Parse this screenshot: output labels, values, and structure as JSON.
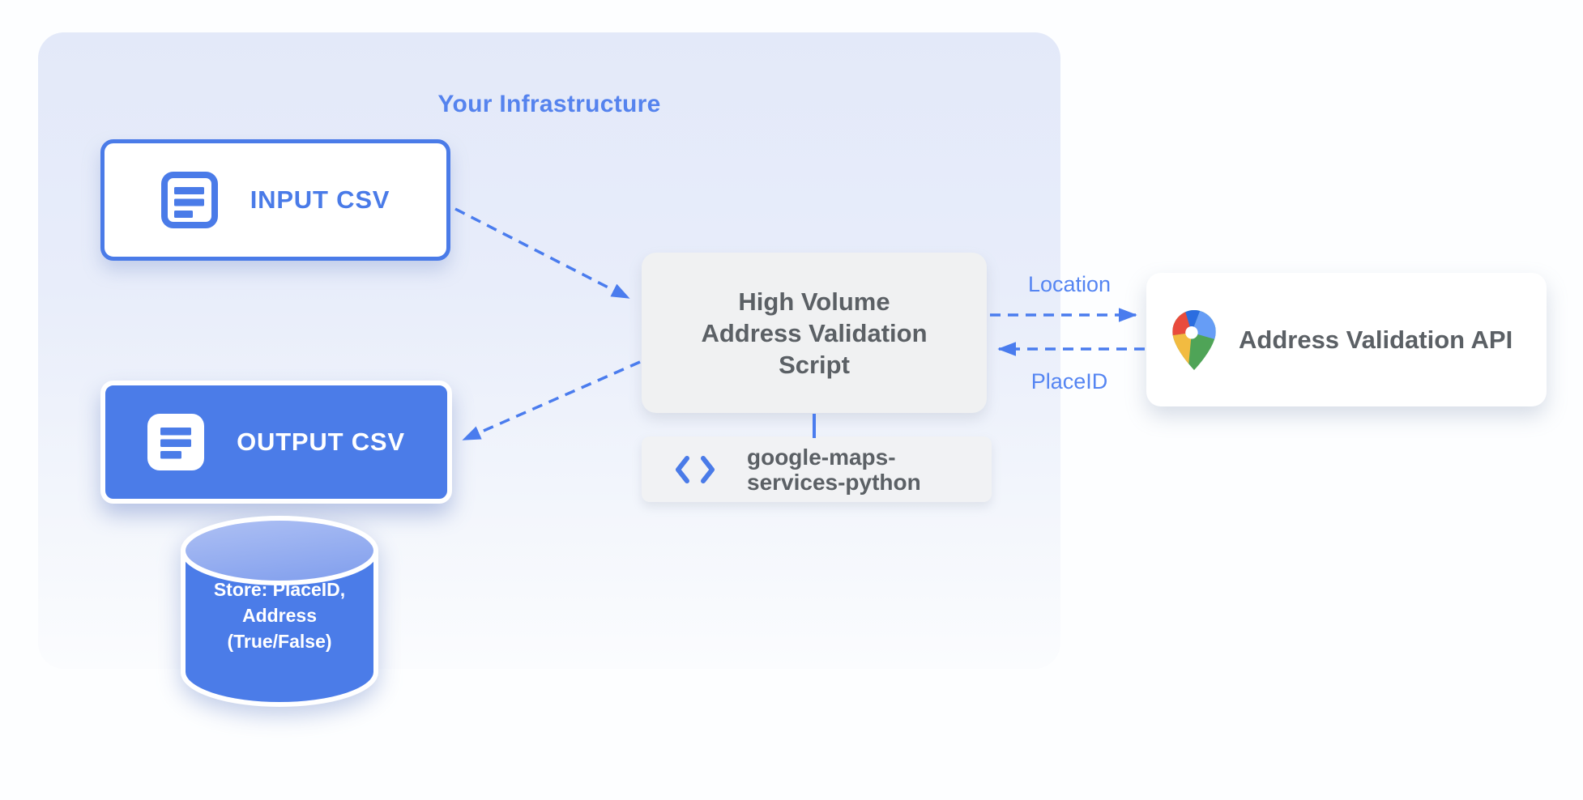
{
  "panel": {
    "title": "Your Infrastructure"
  },
  "nodes": {
    "input_csv": {
      "label": "INPUT CSV",
      "icon": "csv-document-icon"
    },
    "output_csv": {
      "label": "OUTPUT CSV",
      "icon": "csv-document-icon"
    },
    "datastore": {
      "icon": "database-cylinder",
      "lines": [
        "Store: PlaceID,",
        "Address",
        "(True/False)"
      ]
    },
    "script": {
      "lines": [
        "High Volume",
        "Address Validation",
        "Script"
      ]
    },
    "library": {
      "icon": "code-icon",
      "lines": [
        "google-maps-",
        "services-python"
      ]
    },
    "api": {
      "label": "Address Validation API",
      "icon": "google-maps-pin-icon"
    }
  },
  "edges": {
    "location_label": "Location",
    "placeid_label": "PlaceID",
    "input_to_script": "dashed-arrow",
    "script_to_output": "dashed-arrow",
    "script_to_api": "dashed-arrow",
    "api_to_script": "dashed-arrow",
    "script_to_library": "solid-line"
  },
  "colors": {
    "accent_blue": "#4A7BE8",
    "label_blue": "#5585F2",
    "node_fill_blue": "#4B7CE8",
    "panel_top": "#E3E9F9",
    "panel_bottom": "#FBFCFE",
    "box_gray": "#F1F2F4",
    "text_gray": "#5B6065",
    "cylinder_top_light": "#A9BDF3",
    "pin_red": "#E94B3C",
    "pin_dark_blue": "#2A6DE0",
    "pin_light_blue": "#669DF6",
    "pin_yellow": "#F2BB41",
    "pin_green": "#4FA457",
    "white": "#FFFFFF"
  }
}
